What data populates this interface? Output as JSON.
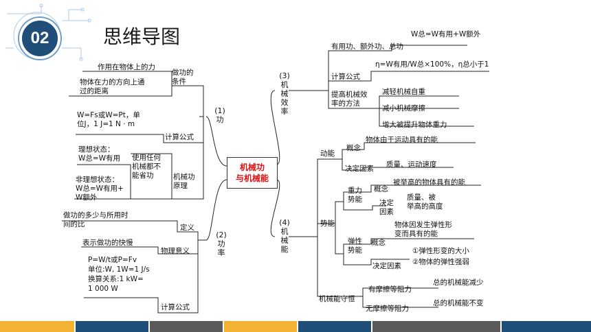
{
  "header": {
    "badge": "02",
    "title": "思维导图"
  },
  "center": {
    "line1": "机械功",
    "line2": "与机械能"
  },
  "work": {
    "label": "(1)\n功",
    "cond_label": "做功的\n条件",
    "cond1": "作用在物体上的力",
    "cond2": "物体在力的方向上通\n过的距离",
    "formula_label": "计算公式",
    "formula_text": "W=Fs或W=Pt，单\n位J，1 J=1 N · m",
    "principle_label": "机械功\n原理",
    "principle_text": "使用任何\n机械都不\n能省功",
    "ideal": "理想状态：\nW总=W有用",
    "nonideal": "非理想状态：\nW总=W有用+\nW额外"
  },
  "power": {
    "label": "(2)\n功\n率",
    "def_label": "定义",
    "def_text": "做功的多少与所用时\n间的比",
    "meaning_label": "物理意义",
    "meaning_text": "表示做功的快慢",
    "formula_label": "计算公式",
    "formula_text": "P=W/t或P=Fv\n单位:W, 1W=1 J/s\n换算关系:1 kW=\n1 000 W"
  },
  "efficiency": {
    "label": "(3)\n机\n械\n效\n率",
    "kinds": "有用功、额外功、总功",
    "kinds_formula": "W总=W有用+W额外",
    "formula_label": "计算公式",
    "formula": "η=W有用/W总×100%，η总小于1",
    "improve_label": "提高机械效\n率的方法",
    "m1": "减轻机械自重",
    "m2": "减小机械摩擦",
    "m3": "增大被提升物体重力"
  },
  "energy": {
    "label": "(4)\n机\n械\n能",
    "kinetic": "动能",
    "k_concept_label": "概念",
    "k_concept": "物体由于运动具有的能",
    "k_factor_label": "决定因素",
    "k_factor": "质量、运动速度",
    "potential": "势能",
    "gravity": "重力\n势能",
    "g_concept_label": "概念",
    "g_concept": "被举高的物体具有的能",
    "g_factor_label": "决定\n因素",
    "g_factor": "质量、被\n举高的高度",
    "elastic": "弹性\n势能",
    "e_concept_label": "概念",
    "e_concept": "物体因发生弹性形\n变而具有的能",
    "e_factor_label": "决定因素",
    "e_factor1": "①弹性形变的大小",
    "e_factor2": "②物体的弹性强弱",
    "conserve": "机械能守恒",
    "friction": "有摩擦等阻力",
    "friction_result": "总的机械能减少",
    "nofriction": "无摩擦等阻力",
    "nofriction_result": "总的机械能不变"
  },
  "footer_colors": [
    "#f2b233",
    "#1f4e79",
    "#5a5a5a",
    "#f2b233",
    "#1f4e79",
    "#5a5a5a",
    "#1f4e79"
  ]
}
